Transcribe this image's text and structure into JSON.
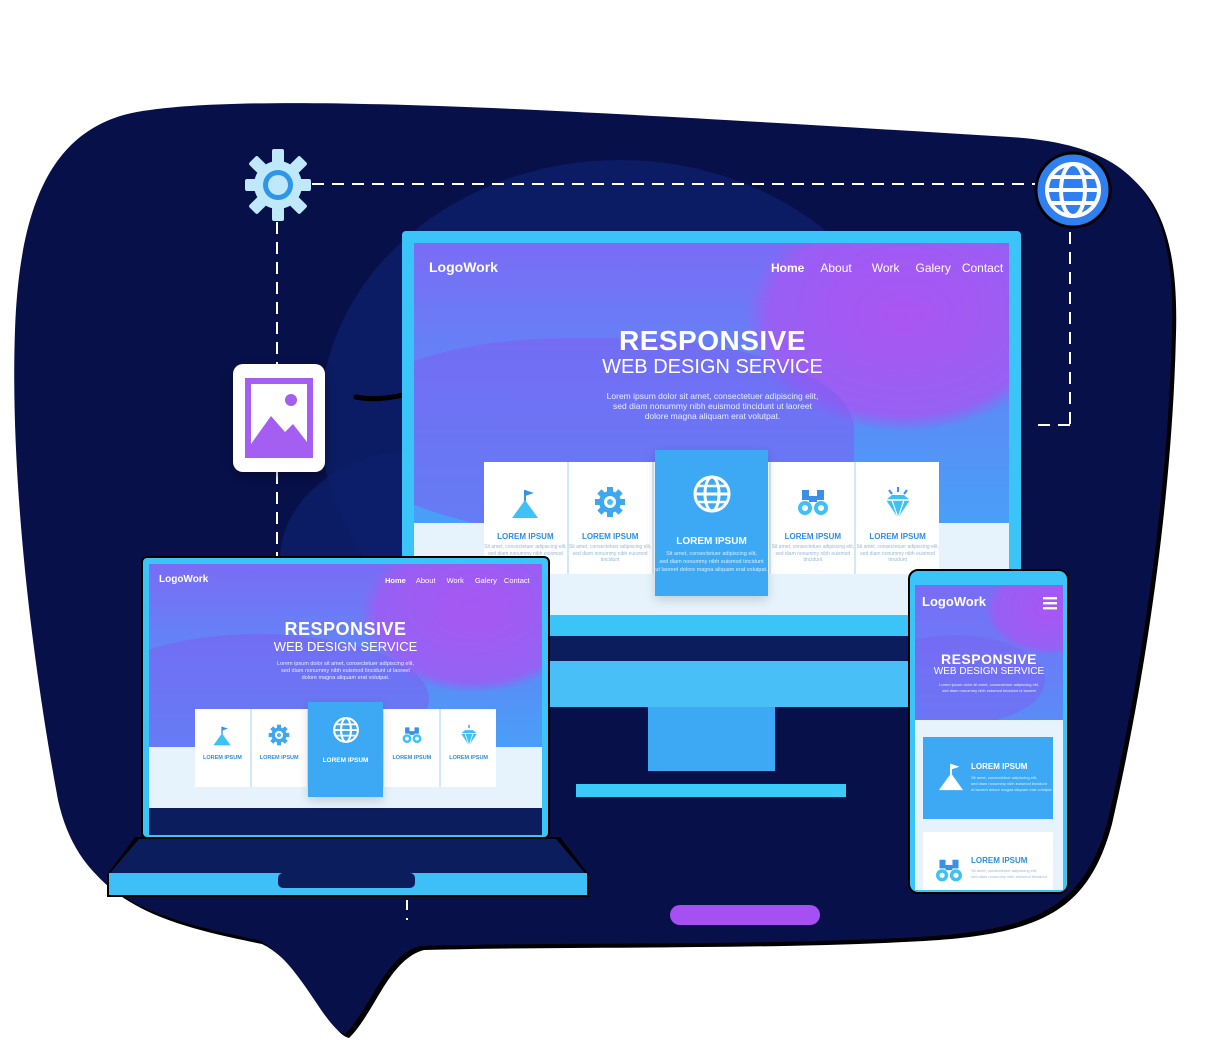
{
  "colors": {
    "bubble": "#08104a",
    "accent_blue": "#3da9f5",
    "accent_purple": "#a64ff2",
    "outline": "#000000"
  },
  "desktop": {
    "logo": "LogoWork",
    "nav": [
      "Home",
      "About",
      "Work",
      "Galery",
      "Contact"
    ],
    "hero_title": "RESPONSIVE",
    "hero_subtitle": "WEB DESIGN SERVICE",
    "hero_text_1": "Lorem ipsum dolor sit amet, consectetuer adipiscing elit,",
    "hero_text_2": "sed diam nonummy nibh euismod tincidunt ut laoreet",
    "hero_text_3": "dolore magna aliquam erat volutpat.",
    "cards": [
      {
        "icon": "mountain-flag-icon",
        "label": "LOREM IPSUM"
      },
      {
        "icon": "gear-icon",
        "label": "LOREM IPSUM"
      },
      {
        "icon": "globe-icon",
        "label": "LOREM IPSUM",
        "featured": true
      },
      {
        "icon": "binoculars-icon",
        "label": "LOREM IPSUM"
      },
      {
        "icon": "diamond-icon",
        "label": "LOREM IPSUM"
      }
    ],
    "card_text_1": "Sit amet, consectetuer adipiscing elit,",
    "card_text_2": "sed diam nonummy nibh euismod tincidunt",
    "card_text_3": "ut laoreet dolore magna aliquam erat volutpat."
  },
  "laptop": {
    "logo": "LogoWork",
    "nav": [
      "Home",
      "About",
      "Work",
      "Galery",
      "Contact"
    ],
    "hero_title": "RESPONSIVE",
    "hero_subtitle": "WEB DESIGN SERVICE",
    "hero_text_1": "Lorem ipsum dolor sit amet, consectetuer adipiscing elit,",
    "hero_text_2": "sed diam nonummy nibh euismod tincidunt ut laoreet",
    "hero_text_3": "dolore magna aliquam erat volutpat.",
    "cards": [
      {
        "icon": "mountain-flag-icon",
        "label": "LOREM IPSUM"
      },
      {
        "icon": "gear-icon",
        "label": "LOREM IPSUM"
      },
      {
        "icon": "globe-icon",
        "label": "LOREM IPSUM",
        "featured": true
      },
      {
        "icon": "binoculars-icon",
        "label": "LOREM IPSUM"
      },
      {
        "icon": "diamond-icon",
        "label": "LOREM IPSUM"
      }
    ]
  },
  "phone": {
    "logo": "LogoWork",
    "menu_icon": "hamburger-menu-icon",
    "hero_title": "RESPONSIVE",
    "hero_subtitle": "WEB DESIGN SERVICE",
    "hero_text_1": "Lorem ipsum dolor sit amet, consectetuer adipiscing elit,",
    "hero_text_2": "sed diam nonummy nibh euismod tincidunt ut laoreet",
    "cards": [
      {
        "icon": "mountain-flag-icon",
        "label": "LOREM IPSUM"
      },
      {
        "icon": "binoculars-icon",
        "label": "LOREM IPSUM"
      }
    ],
    "card_text_1": "Sit amet, consectetuer adipiscing elit,",
    "card_text_2": "sed diam nonummy nibh euismod tincidunt",
    "card_text_3": "ut laoreet dolore magna aliquam erat volutpat."
  },
  "floating_icons": [
    "gear-icon",
    "globe-icon",
    "image-icon"
  ]
}
